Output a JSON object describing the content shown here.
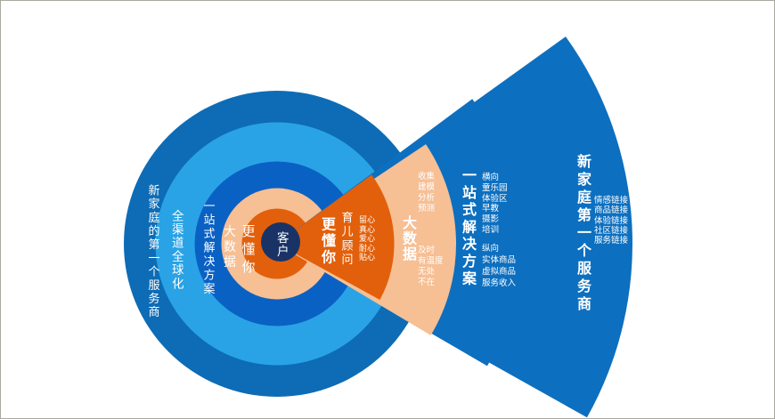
{
  "colors": {
    "ring_outer_blue": "#0d6cb5",
    "ring_cyan": "#29a3e6",
    "ring_deep_blue": "#0a61c4",
    "peach": "#f6bf94",
    "orange": "#e2600b",
    "navy_center": "#1a3366",
    "fan_blue": "#0d6fbf",
    "text": "#ffffff"
  },
  "center": {
    "label": "客户"
  },
  "rings": {
    "closer": "更懂你",
    "bigdata": "大数据",
    "solution": "一站式解决方案",
    "channel": "全渠道全球化",
    "provider": "新家庭的第一个服务商"
  },
  "fan": {
    "closer": {
      "title": "更懂你",
      "subtitle": "育儿顾问",
      "items": [
        "留心",
        "真心",
        "爱心",
        "耐心",
        "贴心"
      ]
    },
    "bigdata": {
      "title": "大数据",
      "top_items": [
        "收集",
        "建模",
        "分析",
        "预测"
      ],
      "bottom_items": [
        "及时",
        "有温度",
        "无处",
        "不在"
      ]
    },
    "solution": {
      "title": "一站式解决方案",
      "top_items": [
        "横向",
        "童乐园",
        "体验区",
        "早教",
        "摄影",
        "培训"
      ],
      "bottom_items": [
        "纵向",
        "实体商品",
        "虚拟商品",
        "服务收入"
      ]
    },
    "provider": {
      "title": "新家庭第一个服务商",
      "items": [
        "情感链接",
        "商品链接",
        "体验链接",
        "社区链接",
        "服务链接"
      ]
    }
  }
}
